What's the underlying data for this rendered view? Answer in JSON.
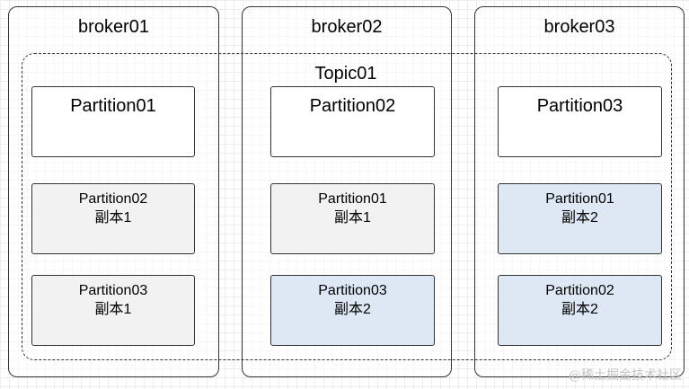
{
  "topic": {
    "label": "Topic01"
  },
  "brokers": [
    {
      "name": "broker01",
      "leader": "Partition01",
      "replicas": [
        {
          "name": "Partition02",
          "sub": "副本1",
          "color": "#f2f2f2"
        },
        {
          "name": "Partition03",
          "sub": "副本1",
          "color": "#f2f2f2"
        }
      ]
    },
    {
      "name": "broker02",
      "leader": "Partition02",
      "replicas": [
        {
          "name": "Partition01",
          "sub": "副本1",
          "color": "#f2f2f2"
        },
        {
          "name": "Partition03",
          "sub": "副本2",
          "color": "#dde8f4"
        }
      ]
    },
    {
      "name": "broker03",
      "leader": "Partition03",
      "replicas": [
        {
          "name": "Partition01",
          "sub": "副本2",
          "color": "#dde8f4"
        },
        {
          "name": "Partition02",
          "sub": "副本2",
          "color": "#dde8f4"
        }
      ]
    }
  ],
  "watermark": "@稀土掘金技术社区"
}
